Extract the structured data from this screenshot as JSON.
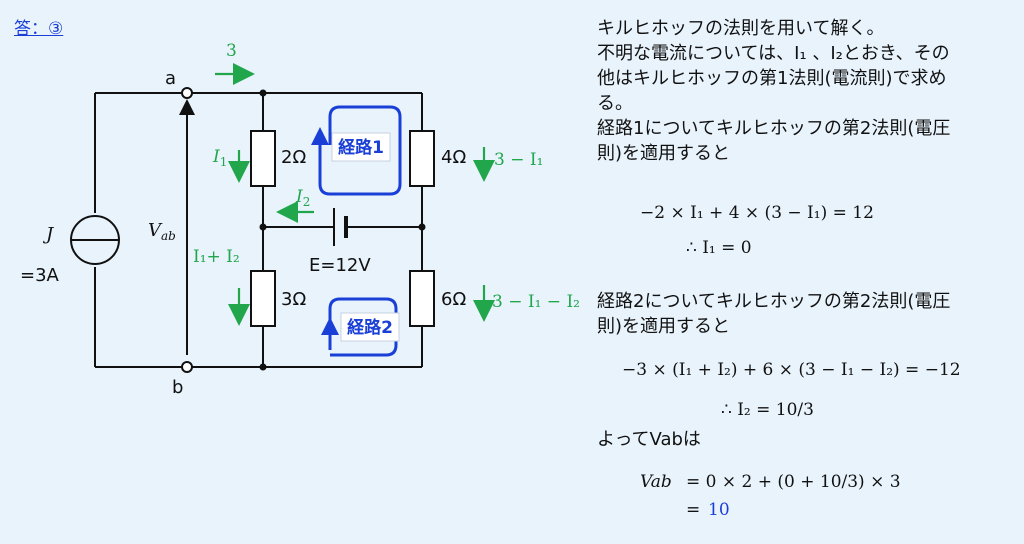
{
  "answer": "答：③",
  "circuit": {
    "node_a": "a",
    "node_b": "b",
    "source_J": "J",
    "source_J_value": "=3A",
    "vab_sym": "V",
    "vab_sub": "ab",
    "current_top": "3",
    "r_2": "2Ω",
    "r_4": "4Ω",
    "r_3": "3Ω",
    "r_6": "6Ω",
    "I1": "I",
    "I1_sub": "1",
    "I2": "I",
    "I2_sub": "2",
    "I1_plus_I2": "I₁+ I₂",
    "cur_4": "3 − I₁",
    "cur_6": "3 − I₁ − I₂",
    "emf": "E=12V",
    "loop1": "経路1",
    "loop2": "経路2"
  },
  "explanation": {
    "line1": "キルヒホッフの法則を用いて解く。",
    "line2": "不明な電流については、I₁ 、I₂とおき、その",
    "line3": "他はキルヒホッフの第1法則(電流則)で求め",
    "line4": "る。",
    "line5": "経路1についてキルヒホッフの第2法則(電圧",
    "line6": "則)を適用すると",
    "eq1": "−2 × I₁ + 4 × (3 − I₁) = 12",
    "eq1_result": "∴ I₁ = 0",
    "line7": "経路2についてキルヒホッフの第2法則(電圧",
    "line8": "則)を適用すると",
    "eq2": "−3 × (I₁ + I₂) + 6 × (3 − I₁ − I₂) = −12",
    "eq2_result": "∴ I₂ = 10/3",
    "line9": "よってVabは",
    "vab_line1_lhs": "Vab",
    "vab_line1_rhs": "= 0 × 2 + (0 + 10/3) × 3",
    "vab_line2_eq": "=",
    "vab_line2_val": "10"
  },
  "colors": {
    "green": "#21a64b",
    "blue": "#1a3fd6"
  }
}
